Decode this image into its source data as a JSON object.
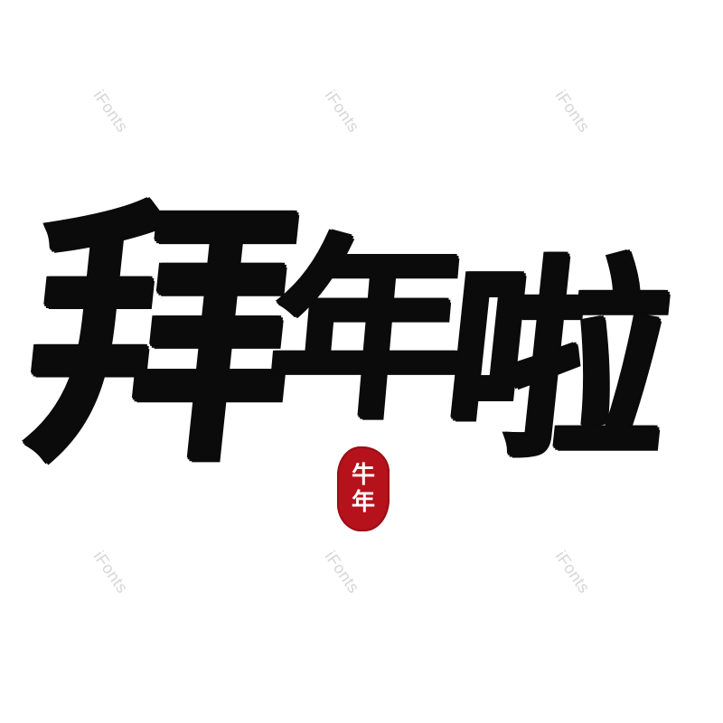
{
  "watermark": {
    "text": "iFonts",
    "color": "#d6d6d6"
  },
  "title": {
    "char_1": "拜",
    "char_2": "年",
    "char_3": "啦",
    "ink_color": "#0b0b0b"
  },
  "seal": {
    "line_1": "牛",
    "line_2": "年",
    "color": "#b5121b"
  }
}
